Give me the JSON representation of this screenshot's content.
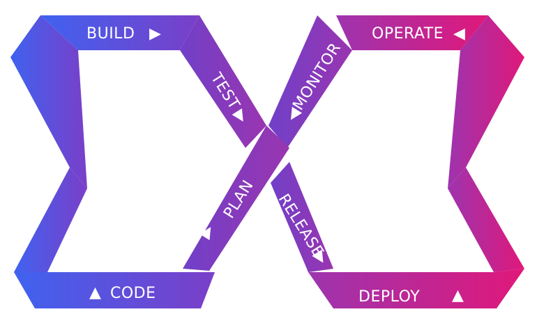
{
  "colors": {
    "blue": "#3f62f0",
    "violet": "#7a3fc8",
    "purple": "#8a3ab8",
    "magenta": "#b52aa0",
    "pink": "#e0187a"
  },
  "stages": {
    "build": "BUILD",
    "test": "TEST",
    "monitor": "MONITOR",
    "operate": "OPERATE",
    "plan": "PLAN",
    "release": "RELEASE",
    "code": "CODE",
    "deploy": "DEPLOY"
  },
  "arrows": {
    "build": "▶",
    "test": "▶",
    "monitor": "◀",
    "operate": "◀",
    "plan": "▶",
    "release": "▶",
    "code": "▲",
    "deploy": "▲"
  }
}
